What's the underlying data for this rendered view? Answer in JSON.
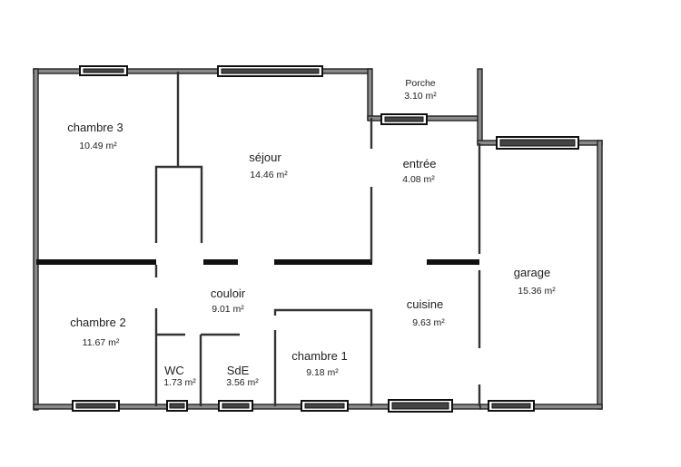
{
  "rooms": {
    "porche": {
      "name": "Porche",
      "area": "3.10 m²"
    },
    "chambre3": {
      "name": "chambre 3",
      "area": "10.49 m²"
    },
    "sejour": {
      "name": "séjour",
      "area": "14.46 m²"
    },
    "entree": {
      "name": "entrée",
      "area": "4.08 m²"
    },
    "garage": {
      "name": "garage",
      "area": "15.36 m²"
    },
    "couloir": {
      "name": "couloir",
      "area": "9.01 m²"
    },
    "cuisine": {
      "name": "cuisine",
      "area": "9.63 m²"
    },
    "chambre2": {
      "name": "chambre 2",
      "area": "11.67 m²"
    },
    "wc": {
      "name": "WC",
      "area": "1.73 m²"
    },
    "sde": {
      "name": "SdE",
      "area": "3.56 m²"
    },
    "chambre1": {
      "name": "chambre 1",
      "area": "9.18 m²"
    }
  },
  "colors": {
    "wall_fill": "#8a8a8a",
    "wall_outline": "#222222",
    "window_frame": "#111111",
    "text": "#222222"
  }
}
